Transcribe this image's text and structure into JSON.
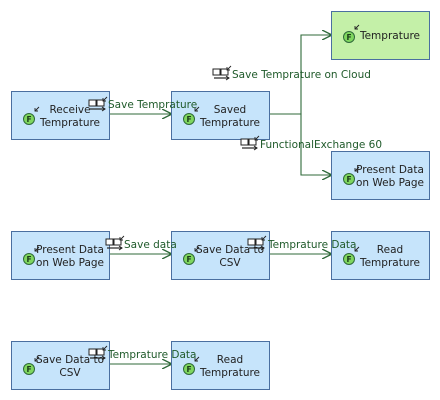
{
  "diagram": {
    "nodes": [
      {
        "id": "n_temp_top",
        "label_lines": [
          "Temprature"
        ],
        "fill": "#c4f0a8"
      },
      {
        "id": "n_receive",
        "label_lines": [
          "Receive",
          "Temprature"
        ],
        "fill": "#c6e4fb"
      },
      {
        "id": "n_saved",
        "label_lines": [
          "Saved",
          "Temprature"
        ],
        "fill": "#c6e4fb"
      },
      {
        "id": "n_present1",
        "label_lines": [
          "Present Data",
          "on Web Page"
        ],
        "fill": "#c6e4fb"
      },
      {
        "id": "n_present2",
        "label_lines": [
          "Present Data",
          "on Web Page"
        ],
        "fill": "#c6e4fb"
      },
      {
        "id": "n_savecsv1",
        "label_lines": [
          "Save Data to",
          "CSV"
        ],
        "fill": "#c6e4fb"
      },
      {
        "id": "n_read1",
        "label_lines": [
          "Read",
          "Temprature"
        ],
        "fill": "#c6e4fb"
      },
      {
        "id": "n_savecsv2",
        "label_lines": [
          "Save Data to",
          "CSV"
        ],
        "fill": "#c6e4fb"
      },
      {
        "id": "n_read2",
        "label_lines": [
          "Read",
          "Temprature"
        ],
        "fill": "#c6e4fb"
      }
    ],
    "edges": [
      {
        "from": "n_receive",
        "to": "n_saved",
        "label": "Save Temprature"
      },
      {
        "from": "n_saved",
        "to": "n_temp_top",
        "label": "Save Temprature on Cloud"
      },
      {
        "from": "n_saved",
        "to": "n_present1",
        "label": "FunctionalExchange 60"
      },
      {
        "from": "n_present2",
        "to": "n_savecsv1",
        "label": "Save data"
      },
      {
        "from": "n_savecsv1",
        "to": "n_read1",
        "label": "Temprature Data"
      },
      {
        "from": "n_savecsv2",
        "to": "n_read2",
        "label": "Temprature Data"
      }
    ],
    "node_badge_letter": "F",
    "colors": {
      "node_border": "#4a6fa0",
      "edge_line": "#2f6a3a",
      "edge_label": "#1f5a2a",
      "badge_fill": "#7fd65f",
      "badge_border": "#2f6a3a",
      "node_text": "#222222"
    },
    "icons": {
      "node": "function-badge-icon",
      "edge": "exchange-item-icon"
    }
  }
}
